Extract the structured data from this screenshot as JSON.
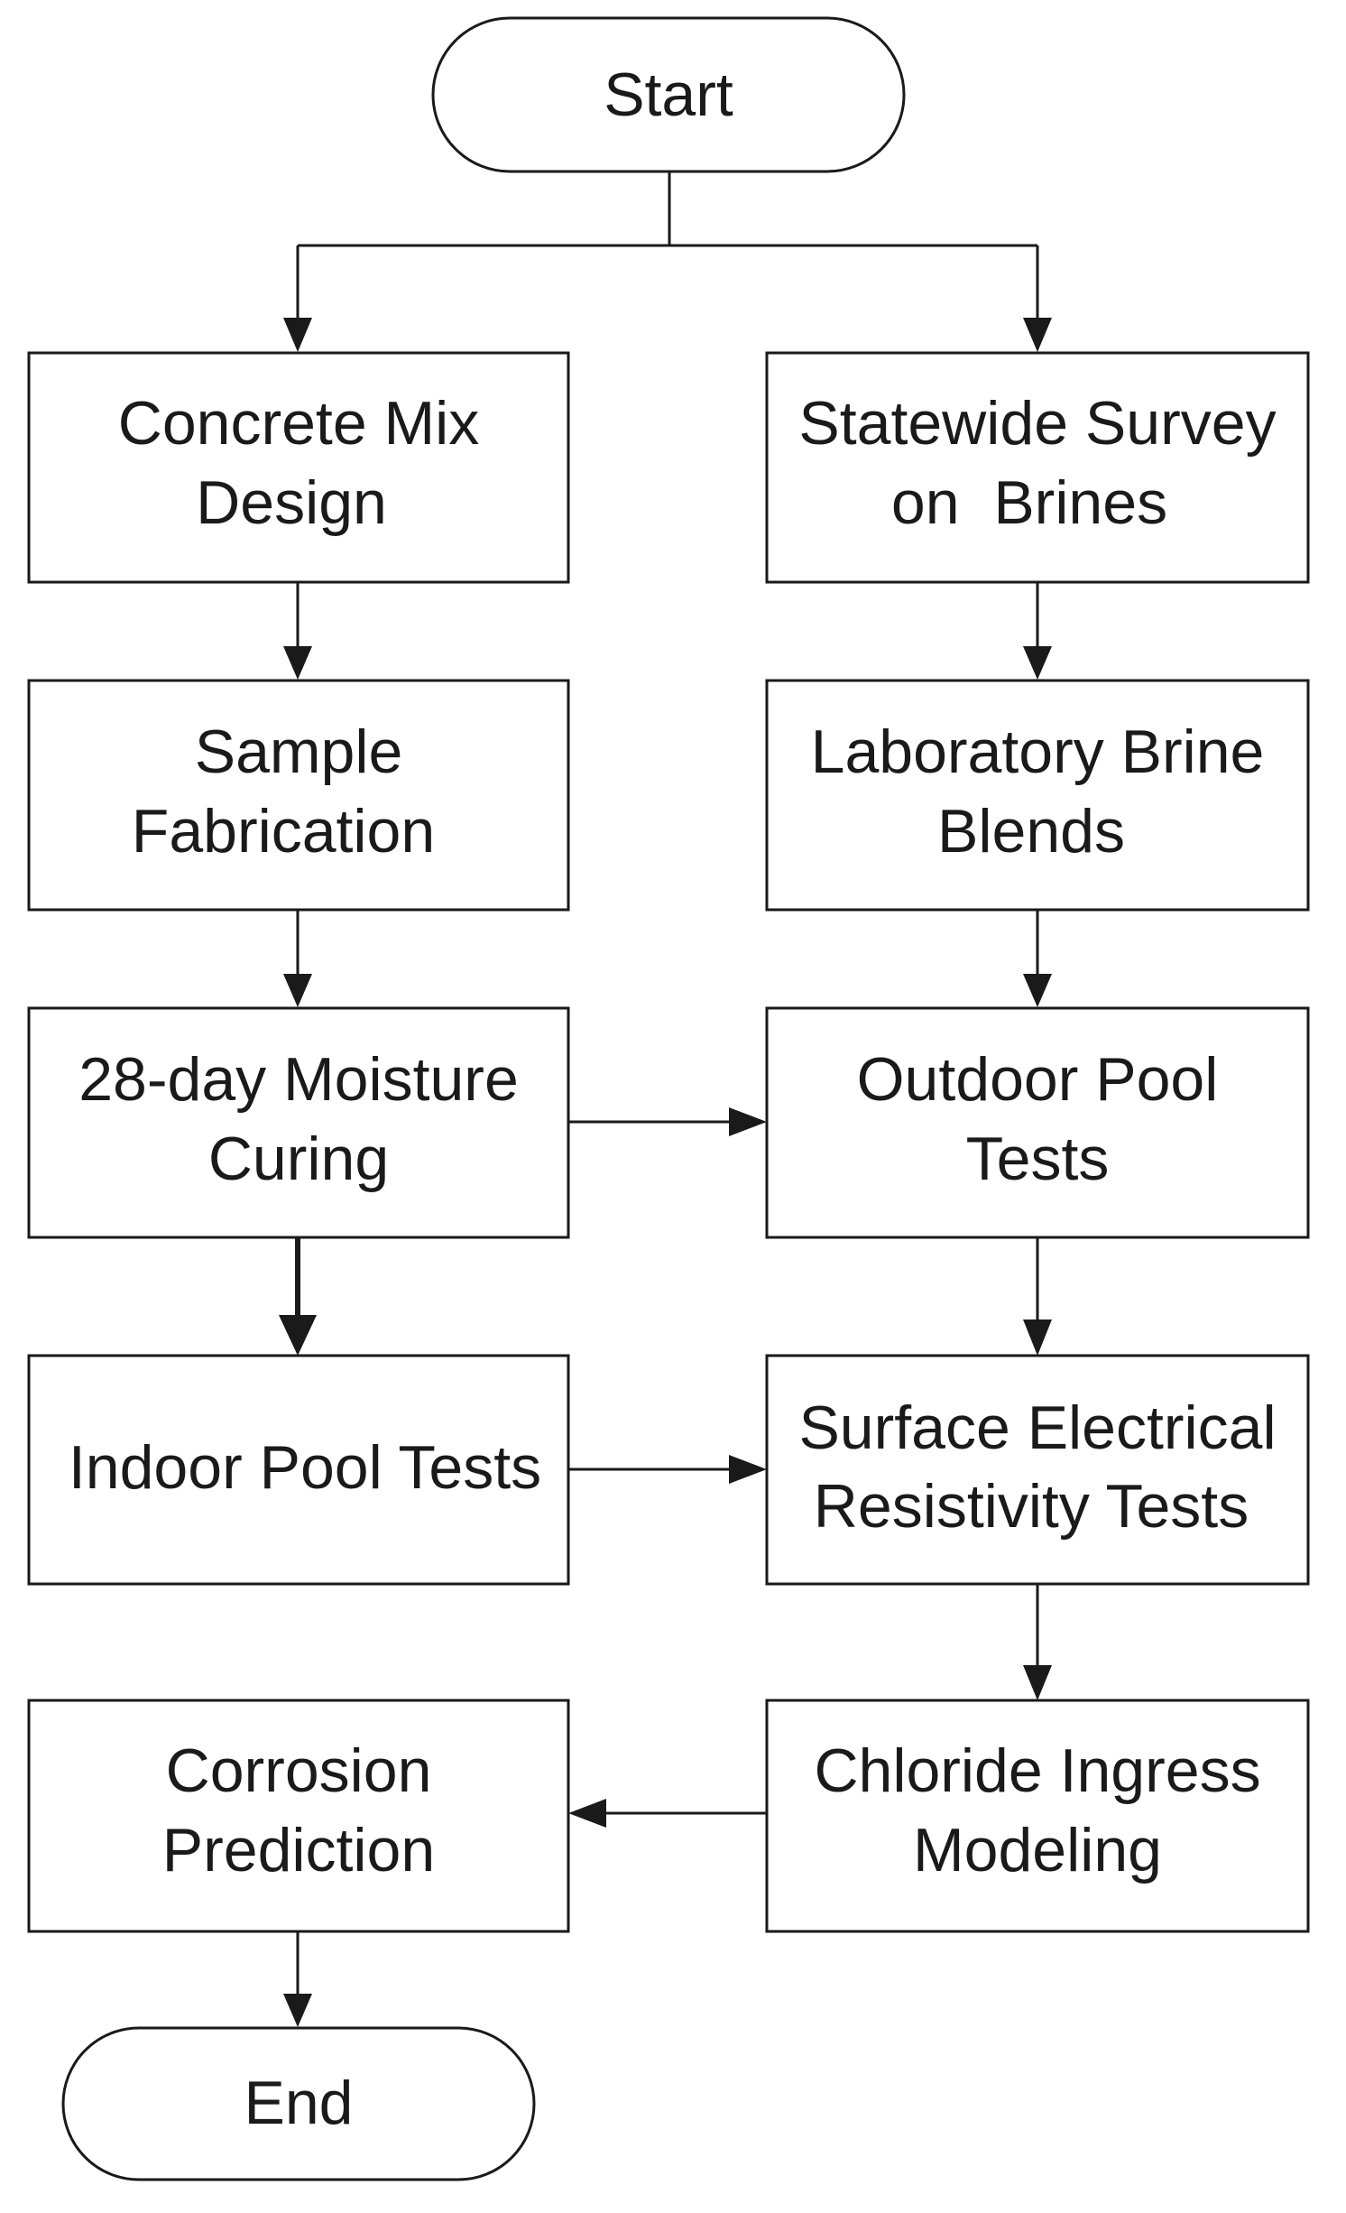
{
  "diagram": {
    "type": "flowchart",
    "nodes": {
      "start": {
        "shape": "terminator",
        "lines": [
          "Start"
        ]
      },
      "concrete_mix_design": {
        "shape": "process",
        "lines": [
          "Concrete Mix",
          "Design"
        ]
      },
      "statewide_survey": {
        "shape": "process",
        "lines": [
          "Statewide Survey",
          "on  Brines"
        ]
      },
      "sample_fabrication": {
        "shape": "process",
        "lines": [
          "Sample",
          "Fabrication"
        ]
      },
      "laboratory_brine_blends": {
        "shape": "process",
        "lines": [
          "Laboratory Brine",
          "Blends"
        ]
      },
      "moisture_curing": {
        "shape": "process",
        "lines": [
          "28-day Moisture",
          "Curing"
        ]
      },
      "outdoor_pool_tests": {
        "shape": "process",
        "lines": [
          "Outdoor Pool",
          "Tests"
        ]
      },
      "indoor_pool_tests": {
        "shape": "process",
        "lines": [
          "Indoor Pool Tests"
        ]
      },
      "surface_resistivity": {
        "shape": "process",
        "lines": [
          "Surface Electrical",
          "Resistivity Tests"
        ]
      },
      "corrosion_prediction": {
        "shape": "process",
        "lines": [
          "Corrosion",
          "Prediction"
        ]
      },
      "chloride_ingress": {
        "shape": "process",
        "lines": [
          "Chloride Ingress",
          "Modeling"
        ]
      },
      "end": {
        "shape": "terminator",
        "lines": [
          "End"
        ]
      }
    },
    "edges": [
      {
        "from": "start",
        "to": "concrete_mix_design"
      },
      {
        "from": "start",
        "to": "statewide_survey"
      },
      {
        "from": "concrete_mix_design",
        "to": "sample_fabrication"
      },
      {
        "from": "sample_fabrication",
        "to": "moisture_curing"
      },
      {
        "from": "moisture_curing",
        "to": "indoor_pool_tests"
      },
      {
        "from": "moisture_curing",
        "to": "outdoor_pool_tests"
      },
      {
        "from": "indoor_pool_tests",
        "to": "surface_resistivity"
      },
      {
        "from": "statewide_survey",
        "to": "laboratory_brine_blends"
      },
      {
        "from": "laboratory_brine_blends",
        "to": "outdoor_pool_tests"
      },
      {
        "from": "outdoor_pool_tests",
        "to": "surface_resistivity"
      },
      {
        "from": "surface_resistivity",
        "to": "chloride_ingress"
      },
      {
        "from": "chloride_ingress",
        "to": "corrosion_prediction"
      },
      {
        "from": "corrosion_prediction",
        "to": "end"
      }
    ]
  }
}
